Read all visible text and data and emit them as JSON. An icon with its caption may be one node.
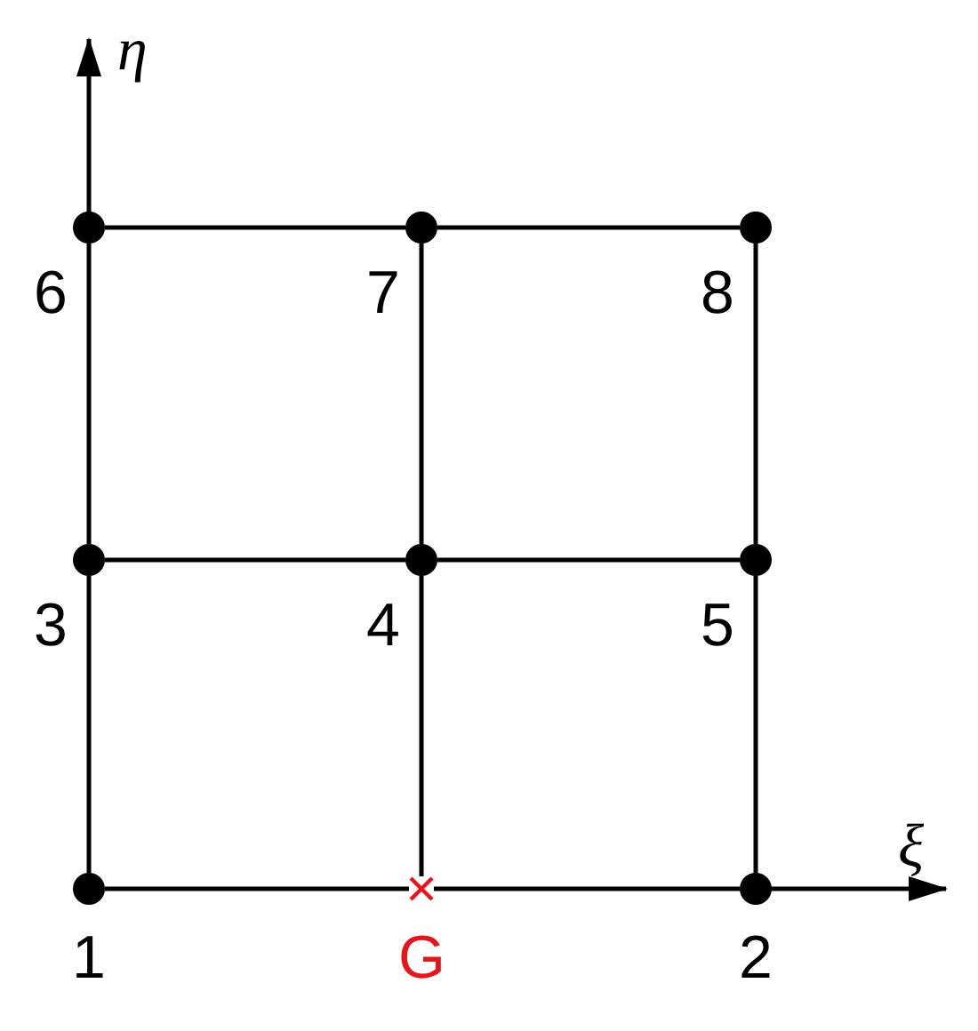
{
  "diagram": {
    "nodes": [
      {
        "text": [],
        "shape": "circle",
        "beside": [
          "6"
        ]
      },
      {
        "text": [],
        "shape": "circle",
        "beside": [
          "7"
        ]
      },
      {
        "text": [],
        "shape": "circle",
        "beside": [
          "8"
        ]
      },
      {
        "text": [],
        "shape": "circle",
        "beside": [
          "3"
        ]
      },
      {
        "text": [],
        "shape": "circle",
        "beside": [
          "4"
        ]
      },
      {
        "text": [],
        "shape": "circle",
        "beside": [
          "5"
        ]
      },
      {
        "text": [],
        "shape": "circle",
        "beside": [
          "1"
        ]
      },
      {
        "text": [],
        "shape": "cross",
        "beside": [
          "G"
        ]
      },
      {
        "text": [],
        "shape": "circle",
        "beside": [
          "2"
        ]
      }
    ],
    "edges": [
      {
        "from": 0,
        "to": 1,
        "arrow": "none"
      },
      {
        "from": 1,
        "to": 2,
        "arrow": "none"
      },
      {
        "from": 3,
        "to": 4,
        "arrow": "none"
      },
      {
        "from": 4,
        "to": 5,
        "arrow": "none"
      },
      {
        "from": 6,
        "to": 7,
        "arrow": "none"
      },
      {
        "from": 7,
        "to": 8,
        "arrow": "none"
      },
      {
        "from": 0,
        "to": 3,
        "arrow": "none"
      },
      {
        "from": 3,
        "to": 6,
        "arrow": "none"
      },
      {
        "from": 1,
        "to": 4,
        "arrow": "none"
      },
      {
        "from": 4,
        "to": 7,
        "arrow": "none"
      },
      {
        "from": 2,
        "to": 5,
        "arrow": "none"
      },
      {
        "from": 5,
        "to": 8,
        "arrow": "none"
      }
    ],
    "labels": [
      "η",
      "ξ"
    ]
  }
}
